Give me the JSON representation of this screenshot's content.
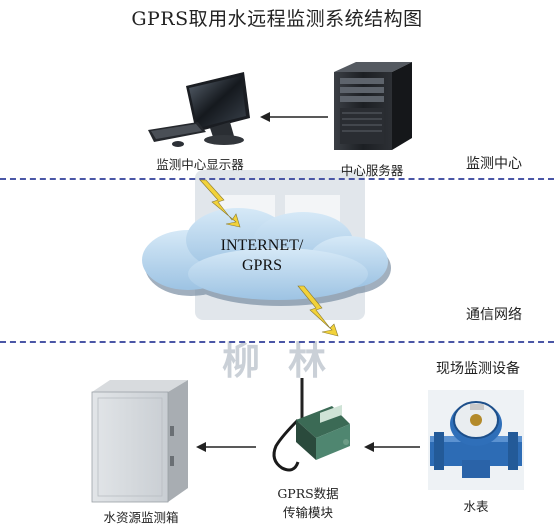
{
  "title": "GPRS取用水远程监测系统结构图",
  "zones": {
    "monitoring_center": "监测中心",
    "network": "通信网络",
    "field": "现场监测设备"
  },
  "nodes": {
    "display": "监测中心显示器",
    "server": "中心服务器",
    "internet_line1": "INTERNET/",
    "internet_line2": "GPRS",
    "gprs_line1": "GPRS数据",
    "gprs_line2": "传输模块",
    "water_meter": "水表",
    "cabinet": "水资源监测箱"
  },
  "watermark": "柳林",
  "colors": {
    "separator": "#4a56a6",
    "cloud": "#bcd9ef",
    "lightning": "#f2d23a",
    "watermark": "#9aa6b4"
  }
}
